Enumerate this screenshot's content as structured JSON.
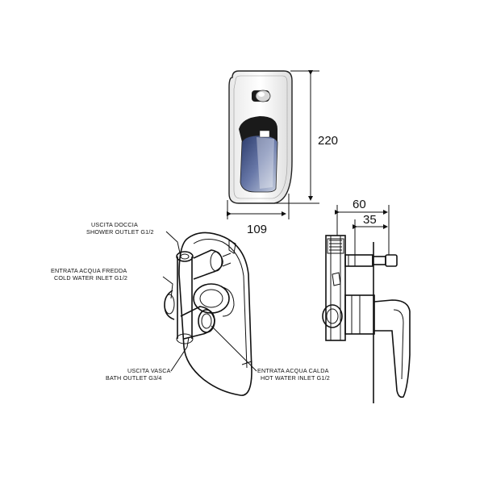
{
  "dimensions": {
    "height": "220",
    "width": "109",
    "depth_total": "60",
    "depth_partial": "35"
  },
  "labels": {
    "shower_outlet_it": "USCITA DOCCIA",
    "shower_outlet_en": "SHOWER OUTLET G1/2",
    "cold_inlet_it": "ENTRATA ACQUA FREDDA",
    "cold_inlet_en": "COLD WATER INLET G1/2",
    "bath_outlet_it": "USCITA VASCA",
    "bath_outlet_en": "BATH OUTLET G3/4",
    "hot_inlet_it": "ENTRATA ACQUA CALDA",
    "hot_inlet_en": "HOT WATER INLET G1/2"
  },
  "colors": {
    "chrome_dark": "#1a1a1a",
    "chrome_blue": "#4a5a8a",
    "line": "#111111"
  }
}
